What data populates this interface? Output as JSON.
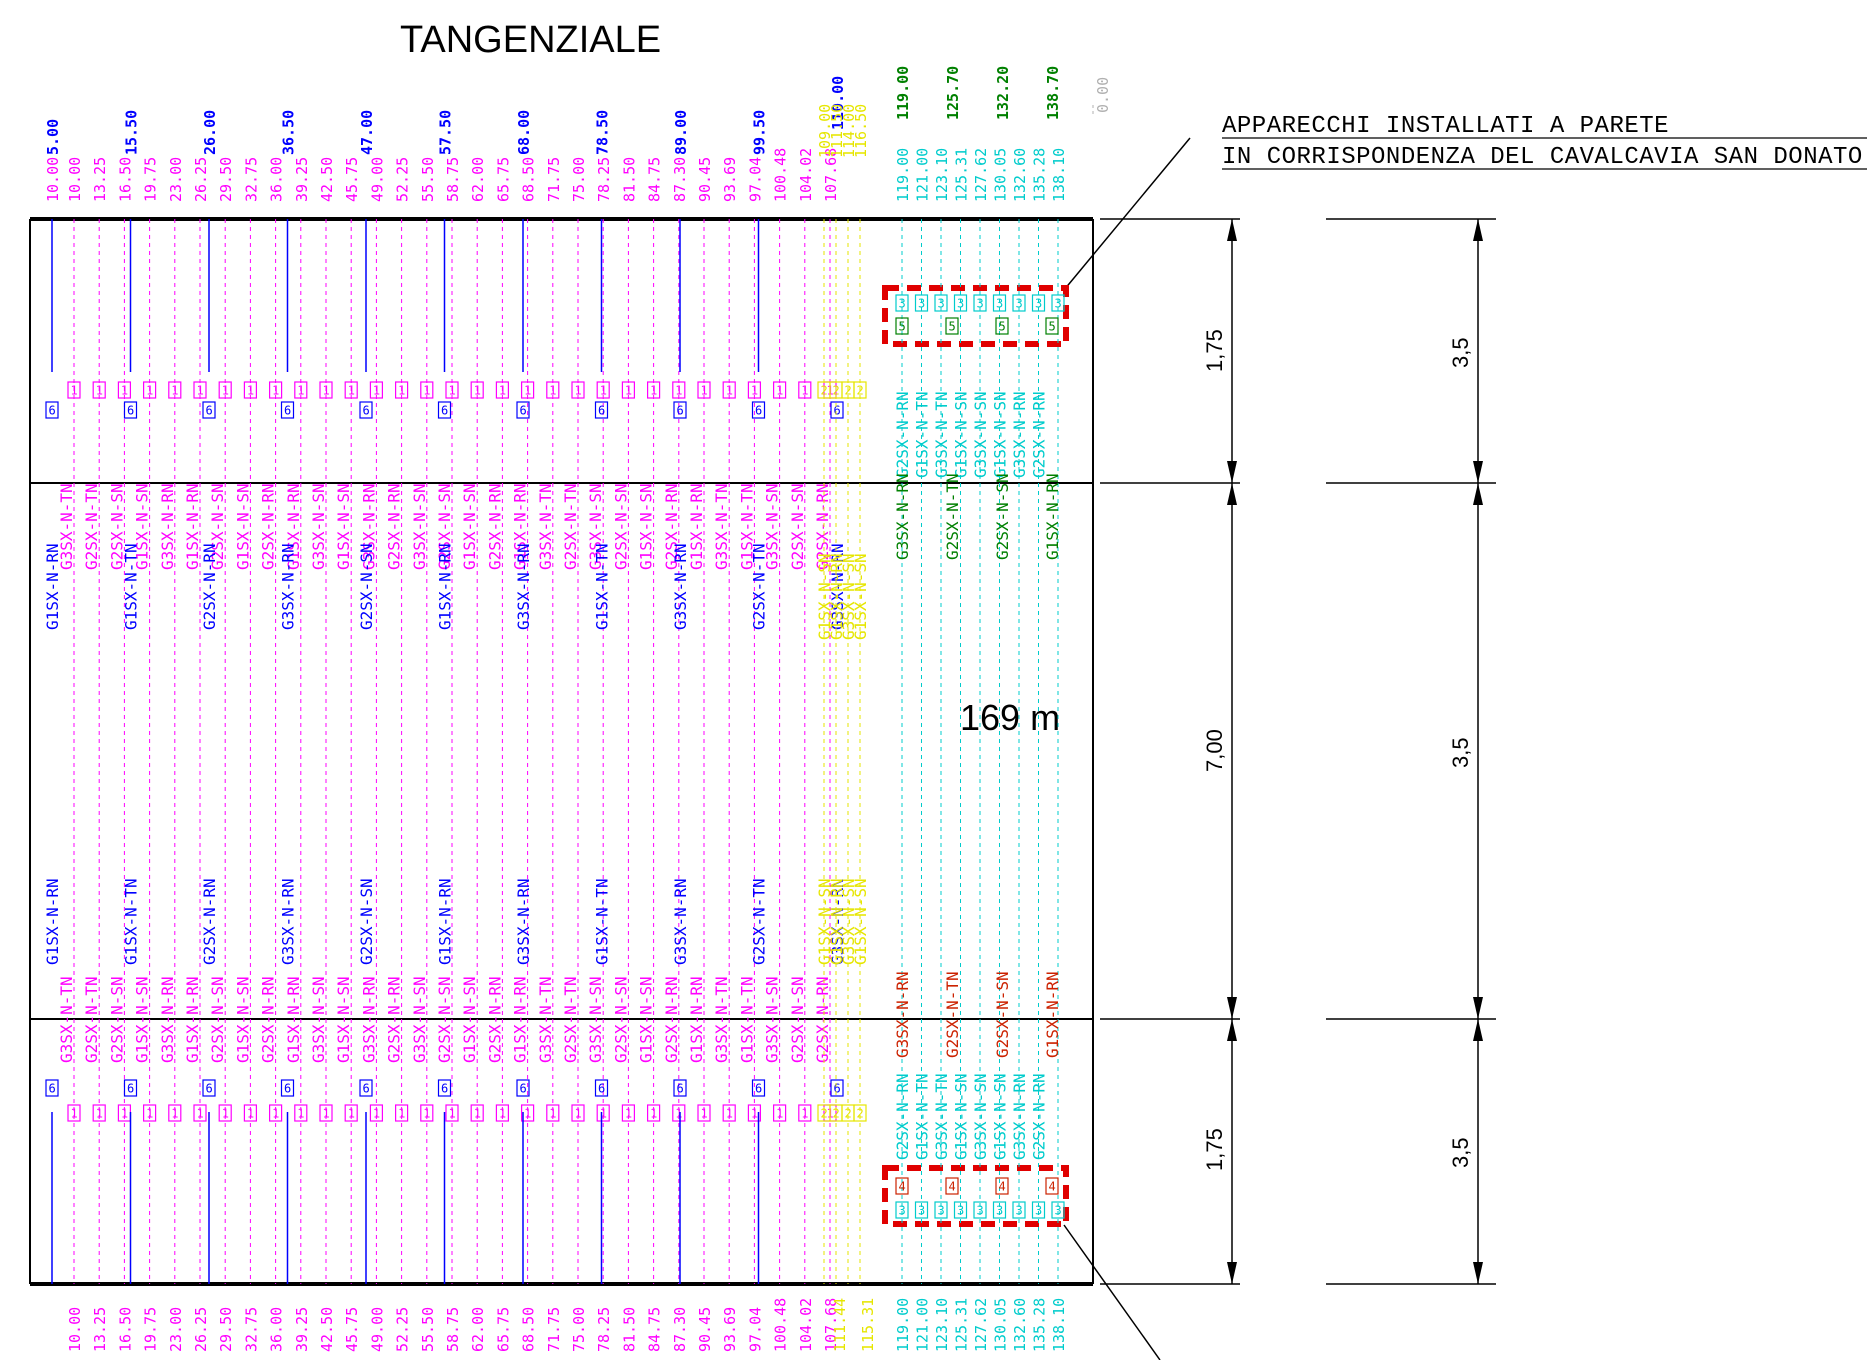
{
  "title": "TANGENZIALE",
  "note_line1": "APPARECCHI INSTALLATI A PARETE",
  "note_line2": "IN CORRISPONDENZA DEL CAVALCAVIA SAN DONATO",
  "length_label": "169 m",
  "zero_label": "0.00",
  "dims_inner": [
    "1,75",
    "7,00",
    "1,75"
  ],
  "dims_outer": [
    "3,5",
    "3,5",
    "3,5"
  ],
  "colors": {
    "blue": "#0000ff",
    "magenta": "#ff00ff",
    "yellow": "#e6e600",
    "green": "#008000",
    "cyan": "#00cccc",
    "red": "#cc2200",
    "black": "#000000"
  },
  "blue_marks": [
    "5.00",
    "15.50",
    "26.00",
    "36.50",
    "47.00",
    "57.50",
    "68.00",
    "78.50",
    "89.00",
    "99.50",
    "110.00"
  ],
  "blue_labels_top": [
    "G1SX-N-RN",
    "G1SX-N-TN",
    "G2SX-N-RN",
    "G3SX-N-RN",
    "G2SX-N-SN",
    "G1SX-N-RN",
    "G3SX-N-RN",
    "G1SX-N-TN",
    "G3SX-N-RN",
    "G2SX-N-TN",
    "G3SX-N-RN"
  ],
  "blue_labels_bottom": [
    "G1SX-N-RN",
    "G1SX-N-TN",
    "G2SX-N-RN",
    "G3SX-N-RN",
    "G2SX-N-SN",
    "G1SX-N-RN",
    "G3SX-N-RN",
    "G1SX-N-TN",
    "G3SX-N-RN",
    "G2SX-N-TN",
    "G3SX-N-RN"
  ],
  "magenta_positions": [
    "10.00",
    "10.00",
    "13.25",
    "16.50",
    "19.75",
    "23.00",
    "26.25",
    "29.50",
    "32.75",
    "36.00",
    "39.25",
    "42.50",
    "45.75",
    "49.00",
    "52.25",
    "55.50",
    "58.75",
    "62.00",
    "65.75",
    "68.50",
    "71.75",
    "75.00",
    "78.25",
    "81.50",
    "84.75",
    "87.30",
    "90.45",
    "93.69",
    "97.04",
    "100.48",
    "104.02",
    "107.68"
  ],
  "magenta_labels": [
    "",
    "G3SX-N-TN",
    "G2SX-N-TN",
    "G2SX-N-SN",
    "G1SX-N-SN",
    "G3SX-N-RN",
    "G1SX-N-RN",
    "G2SX-N-SN",
    "G1SX-N-SN",
    "G2SX-N-RN",
    "G1SX-N-RN",
    "G3SX-N-SN",
    "G1SX-N-SN",
    "G3SX-N-RN",
    "G2SX-N-RN",
    "G3SX-N-SN",
    "G2SX-N-SN",
    "G1SX-N-SN",
    "G2SX-N-RN",
    "G1SX-N-RN",
    "G3SX-N-TN",
    "G2SX-N-TN",
    "G3SX-N-SN",
    "G2SX-N-SN",
    "G1SX-N-SN",
    "G2SX-N-RN",
    "G1SX-N-RN",
    "G3SX-N-TN",
    "G1SX-N-TN",
    "G3SX-N-SN",
    "G2SX-N-SN",
    "G2SX-N-RN"
  ],
  "yellow_positions": [
    "109.00",
    "111.50",
    "114.00",
    "116.50"
  ],
  "yellow_labels": [
    "G1SX-N-SN",
    "G1SX-N-RN",
    "G3SX-N-SN",
    "G1SX-N-SN"
  ],
  "yellow_bottom": [
    "111.44",
    "115.31"
  ],
  "green_positions": [
    "119.00",
    "125.70",
    "132.20",
    "138.70"
  ],
  "green_labels": [
    "G3SX-N-RN",
    "G2SX-N-TN",
    "G2SX-N-SN",
    "G1SX-N-RN"
  ],
  "red_labels": [
    "G3SX-N-RN",
    "G2SX-N-TN",
    "G2SX-N-SN",
    "G1SX-N-RN"
  ],
  "cyan_positions": [
    "119.00",
    "121.00",
    "123.10",
    "125.31",
    "127.62",
    "130.05",
    "132.60",
    "135.28",
    "138.10"
  ],
  "cyan_labels": [
    "G2SX-N-RN",
    "G1SX-N-TN",
    "G3SX-N-TN",
    "G1SX-N-SN",
    "G3SX-N-SN",
    "G1SX-N-SN",
    "G3SX-N-RN",
    "G2SX-N-RN"
  ],
  "tags": {
    "blue": "6",
    "magenta": "1",
    "yellow": "2",
    "cyan": "3",
    "green": "5",
    "red": "4"
  }
}
